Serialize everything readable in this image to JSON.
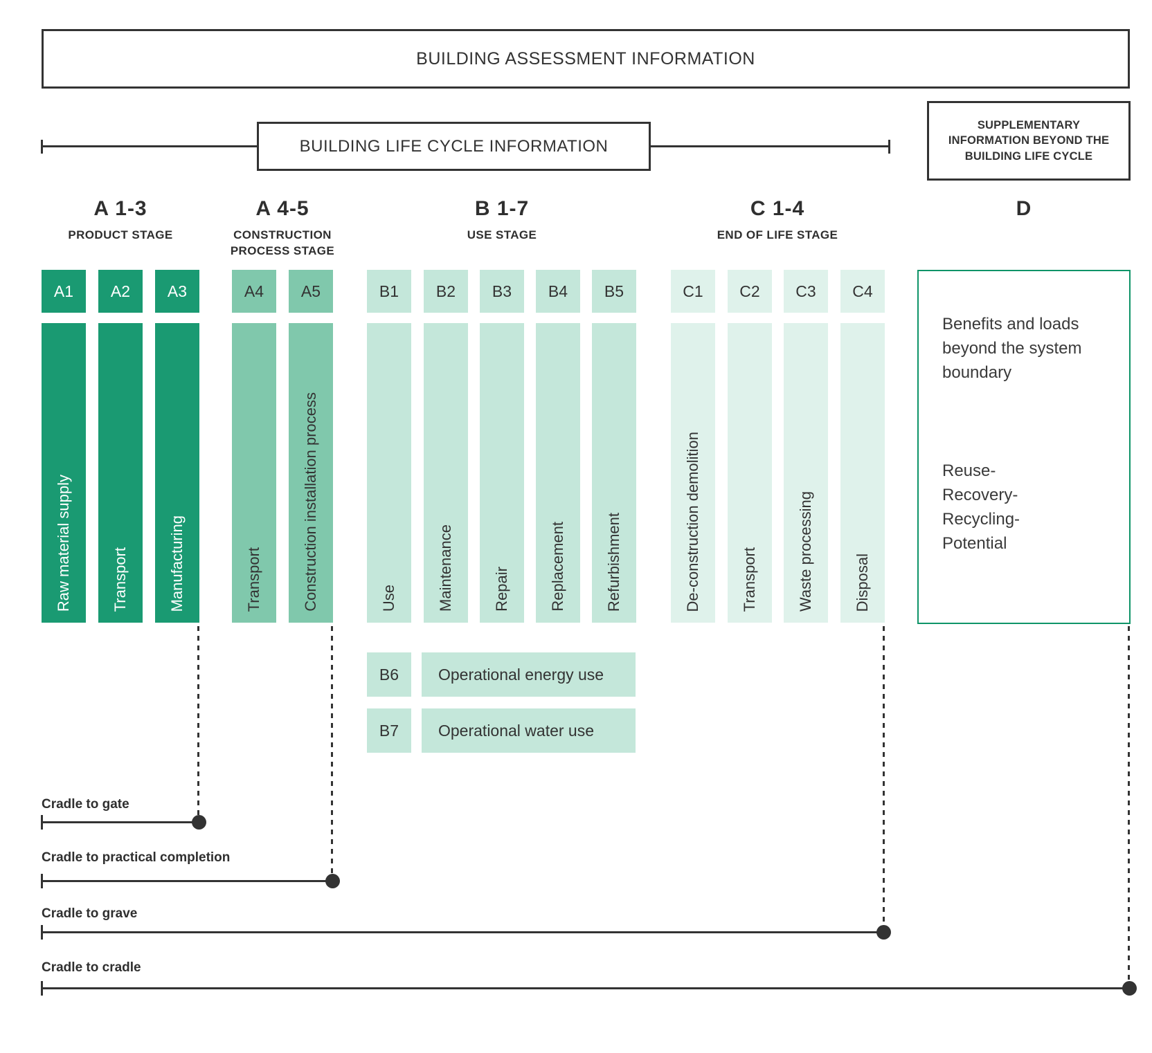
{
  "title": "BUILDING ASSESSMENT INFORMATION",
  "life_cycle_label": "BUILDING LIFE CYCLE INFORMATION",
  "supplementary_label": "SUPPLEMENTARY INFORMATION BEYOND THE BUILDING LIFE CYCLE",
  "stages": [
    {
      "range": "A 1-3",
      "name": "PRODUCT STAGE"
    },
    {
      "range": "A 4-5",
      "name": "CONSTRUCTION PROCESS STAGE"
    },
    {
      "range": "B 1-7",
      "name": "USE STAGE"
    },
    {
      "range": "C 1-4",
      "name": "END OF LIFE STAGE"
    },
    {
      "range": "D",
      "name": ""
    }
  ],
  "modules": [
    {
      "code": "A1",
      "label": "Raw material supply"
    },
    {
      "code": "A2",
      "label": "Transport"
    },
    {
      "code": "A3",
      "label": "Manufacturing"
    },
    {
      "code": "A4",
      "label": "Transport"
    },
    {
      "code": "A5",
      "label": "Construction installation process"
    },
    {
      "code": "B1",
      "label": "Use"
    },
    {
      "code": "B2",
      "label": "Maintenance"
    },
    {
      "code": "B3",
      "label": "Repair"
    },
    {
      "code": "B4",
      "label": "Replacement"
    },
    {
      "code": "B5",
      "label": "Refurbishment"
    },
    {
      "code": "C1",
      "label": "De-construction demolition"
    },
    {
      "code": "C2",
      "label": "Transport"
    },
    {
      "code": "C3",
      "label": "Waste processing"
    },
    {
      "code": "C4",
      "label": "Disposal"
    }
  ],
  "extra_modules": [
    {
      "code": "B6",
      "label": "Operational energy use"
    },
    {
      "code": "B7",
      "label": "Operational water use"
    }
  ],
  "stage_d": {
    "benefits": "Benefits and loads beyond the system boundary",
    "reuse": "Reuse-\nRecovery-\nRecycling-\nPotential"
  },
  "boundaries": [
    {
      "label": "Cradle to gate"
    },
    {
      "label": "Cradle to practical completion"
    },
    {
      "label": "Cradle to grave"
    },
    {
      "label": "Cradle to cradle"
    }
  ],
  "colors": {
    "product_stage": "#1a9a72",
    "construction_stage": "#80c8ac",
    "use_stage": "#c4e7da",
    "end_of_life_stage": "#dff2eb",
    "d_border": "#0f9468",
    "ink": "#333333"
  }
}
